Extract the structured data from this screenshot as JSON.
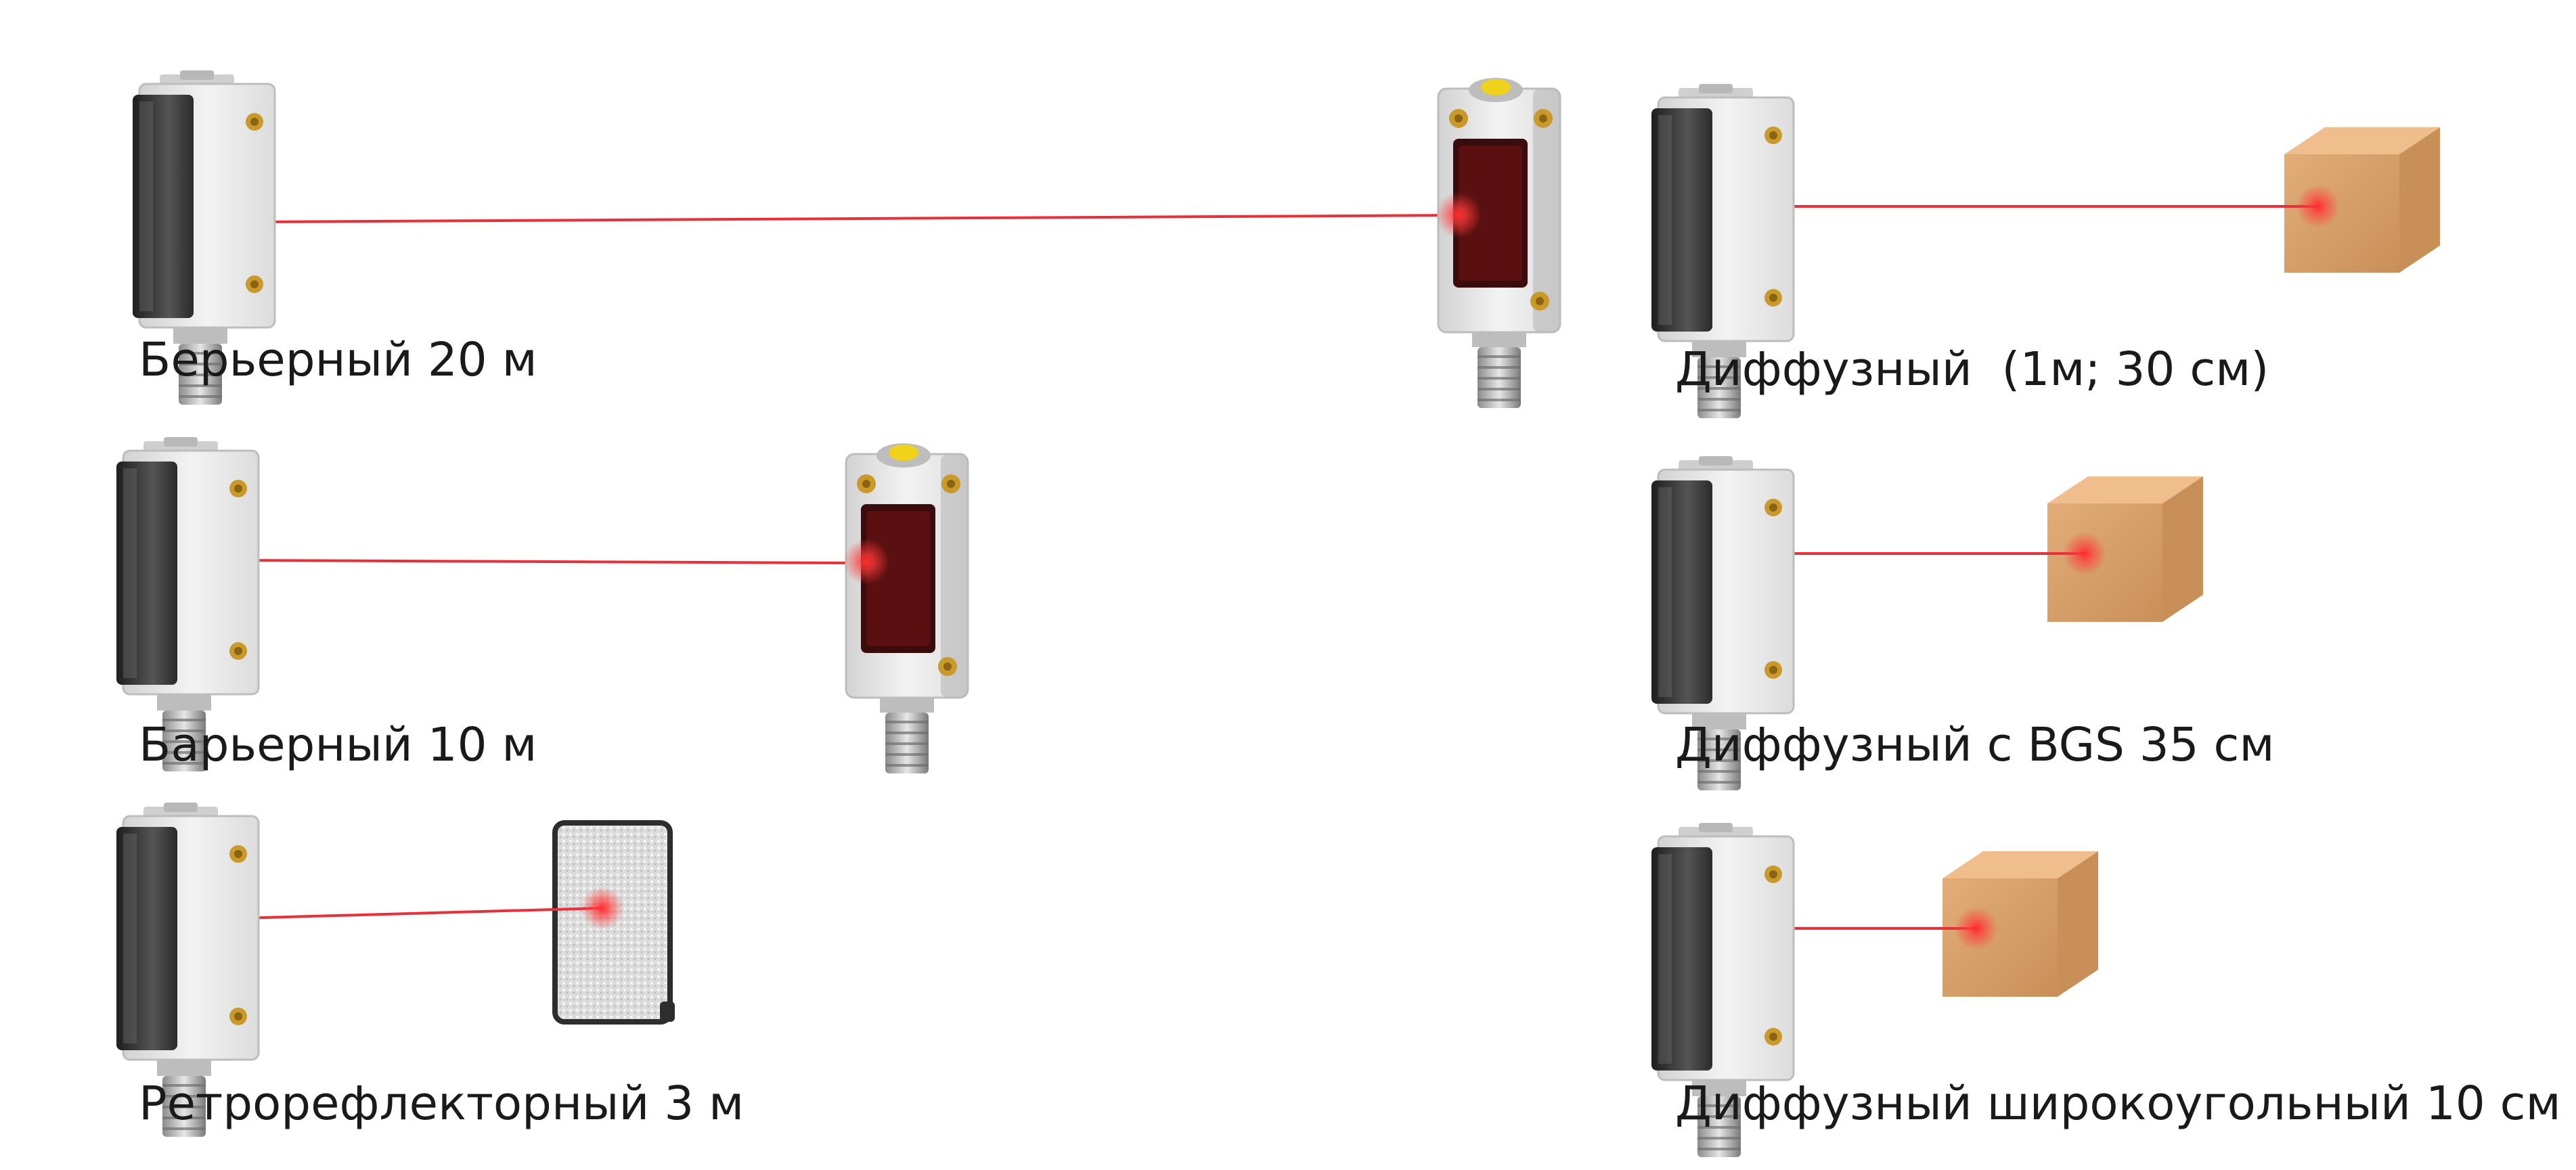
{
  "labels": {
    "barrier_20": "Берьерный 20 м",
    "barrier_10": "Барьерный 10 м",
    "retro_3": "Ретрорефлекторный 3 м",
    "diffuse_1m": "Диффузный  (1м; 30 см)",
    "diffuse_bgs": "Диффузный с BGS 35 см",
    "diffuse_wide": "Диффузный широкоугольный 10 см"
  },
  "colors": {
    "beam": "#e8303a",
    "housing": "#e4e4e4",
    "lens_dark": "#2d2d2d",
    "receiver_lens": "#5a1010",
    "box": "#d9a06a",
    "indicator": "#f1d21a",
    "screw": "#c99a2a"
  },
  "icons": [
    "sensor-emitter-icon",
    "sensor-receiver-icon",
    "sensor-diffuse-icon",
    "reflector-icon",
    "target-box-icon",
    "laser-beam-icon"
  ]
}
